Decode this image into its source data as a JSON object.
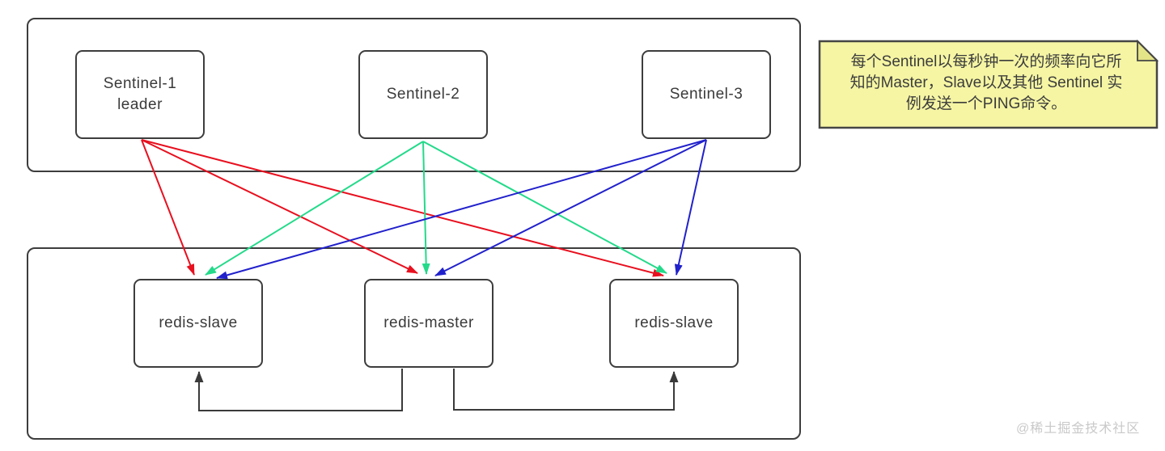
{
  "colors": {
    "arrow_red": "#e8101f",
    "arrow_green": "#23da8a",
    "arrow_blue": "#2121cc",
    "connector_black": "#3a3a3a",
    "box_border": "#3d3d3d",
    "note_fill": "#f5f5a4",
    "note_fold": "#e3e388",
    "note_border": "#454545",
    "watermark_gray": "#c9c9c9"
  },
  "sentinel_cluster": {
    "nodes": [
      {
        "id": "sentinel-1",
        "label": "Sentinel-1\nleader"
      },
      {
        "id": "sentinel-2",
        "label": "Sentinel-2"
      },
      {
        "id": "sentinel-3",
        "label": "Sentinel-3"
      }
    ]
  },
  "redis_cluster": {
    "nodes": [
      {
        "id": "redis-slave-left",
        "label": "redis-slave"
      },
      {
        "id": "redis-master",
        "label": "redis-master"
      },
      {
        "id": "redis-slave-right",
        "label": "redis-slave"
      }
    ]
  },
  "edges": {
    "ping": [
      {
        "from": "Sentinel-1 leader",
        "to": [
          "redis-slave-left",
          "redis-master",
          "redis-slave-right"
        ],
        "color_key": "arrow_red"
      },
      {
        "from": "Sentinel-2",
        "to": [
          "redis-slave-left",
          "redis-master",
          "redis-slave-right"
        ],
        "color_key": "arrow_green"
      },
      {
        "from": "Sentinel-3",
        "to": [
          "redis-slave-left",
          "redis-master",
          "redis-slave-right"
        ],
        "color_key": "arrow_blue"
      }
    ],
    "replication": [
      {
        "from": "redis-master",
        "to": "redis-slave-left",
        "color_key": "connector_black"
      },
      {
        "from": "redis-master",
        "to": "redis-slave-right",
        "color_key": "connector_black"
      }
    ]
  },
  "note": {
    "lines": [
      "每个Sentinel以每秒钟一次的频率向它所",
      "知的Master，Slave以及其他 Sentinel 实",
      "例发送一个PING命令。"
    ]
  },
  "watermark": {
    "text": "@稀土掘金技术社区"
  }
}
